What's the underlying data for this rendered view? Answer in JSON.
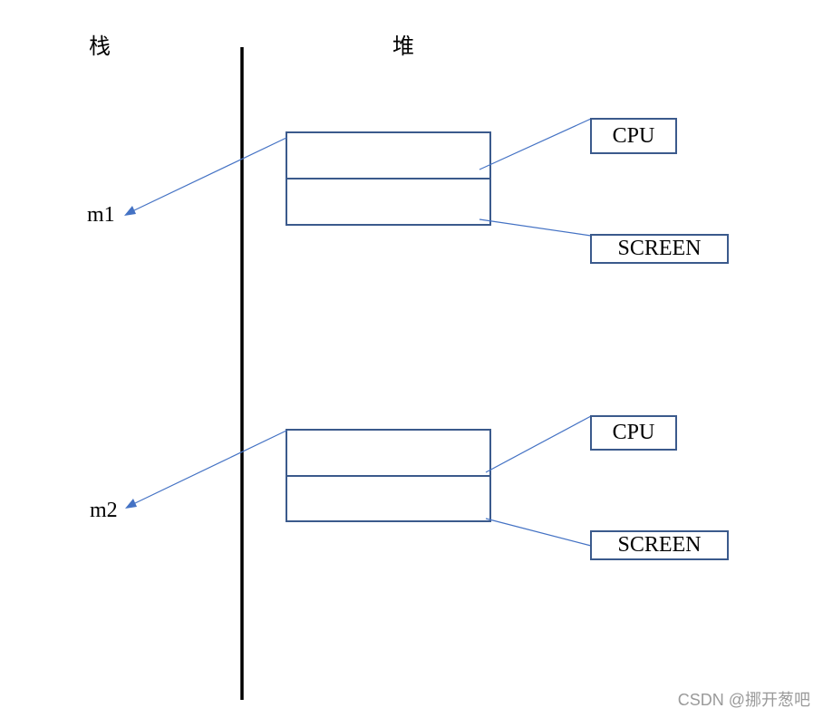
{
  "labels": {
    "stack": "栈",
    "heap": "堆",
    "m1": "m1",
    "m2": "m2",
    "cpu_1": "CPU",
    "screen_1": "SCREEN",
    "cpu_2": "CPU",
    "screen_2": "SCREEN"
  },
  "watermark": "CSDN @挪开葱吧",
  "colors": {
    "divider": "#000000",
    "box_border": "#3b5a8c",
    "arrow": "#4472c4"
  }
}
